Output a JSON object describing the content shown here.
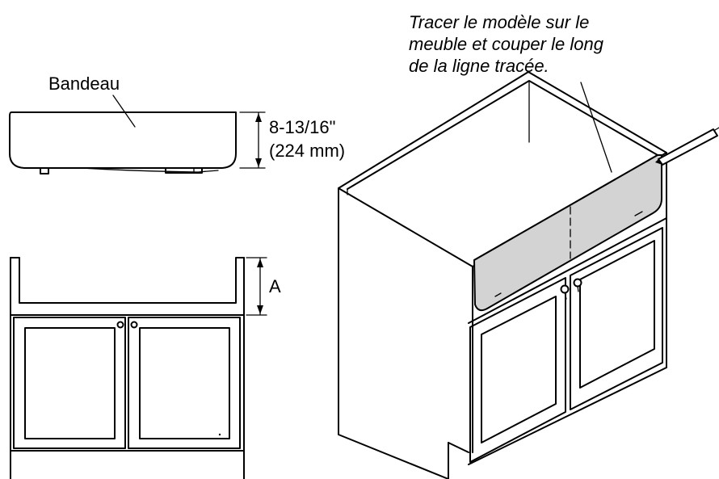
{
  "labels": {
    "apron": "Bandeau",
    "height_imperial": "8-13/16\"",
    "height_metric": "(224 mm)",
    "dimension_a": "A"
  },
  "instruction": {
    "line1": "Tracer le modèle sur le",
    "line2": "meuble et couper le long",
    "line3": "de la ligne tracée."
  },
  "colors": {
    "line": "#000000",
    "template_fill": "#d3d3d3",
    "background": "#ffffff"
  }
}
